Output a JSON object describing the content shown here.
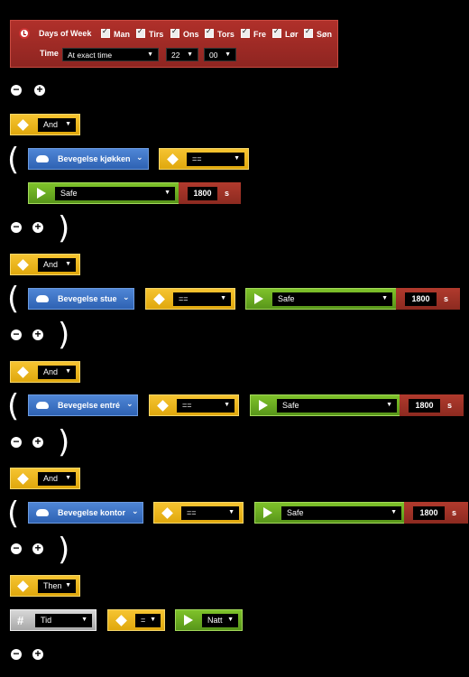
{
  "trigger": {
    "days_label": "Days of Week",
    "days": [
      "Man",
      "Tirs",
      "Ons",
      "Tors",
      "Fre",
      "Lør",
      "Søn"
    ],
    "time_label": "Time",
    "time_mode": "At exact time",
    "hour": "22",
    "minute": "00"
  },
  "buttons": {
    "minus": "−",
    "plus": "+"
  },
  "parens": {
    "open": "(",
    "close": ")"
  },
  "conditions": [
    {
      "device": "Bevegelse kjøkken",
      "operator": "==",
      "state": "Safe",
      "duration": "1800",
      "unit": "s"
    },
    {
      "device": "Bevegelse stue",
      "operator": "==",
      "state": "Safe",
      "duration": "1800",
      "unit": "s"
    },
    {
      "device": "Bevegelse entré",
      "operator": "==",
      "state": "Safe",
      "duration": "1800",
      "unit": "s"
    },
    {
      "device": "Bevegelse kontor",
      "operator": "==",
      "state": "Safe",
      "duration": "1800",
      "unit": "s"
    }
  ],
  "logic": {
    "and": "And",
    "then": "Then"
  },
  "action": {
    "hash": "#",
    "variable": "Tid",
    "operator": "=",
    "value": "Natt"
  },
  "icons": {
    "arrow": "▼",
    "chevron": "⌄"
  }
}
